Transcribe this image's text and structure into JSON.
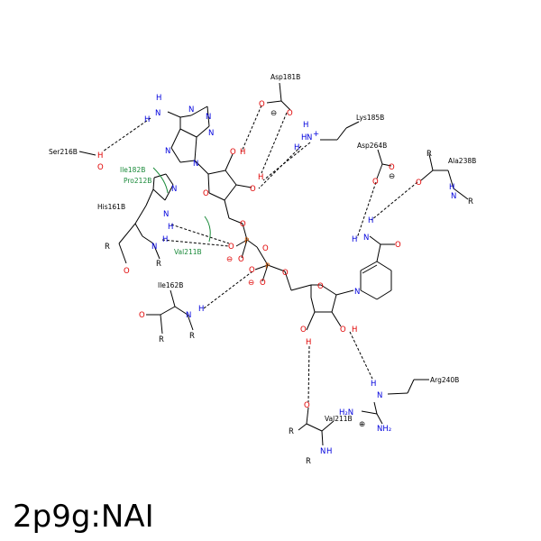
{
  "title": "2p9g:NAI",
  "residues": {
    "asp181": "Asp181B",
    "lys185": "Lys185B",
    "asp264": "Asp264B",
    "ala238": "Ala238B",
    "ser216": "Ser216B",
    "ile182": "Ile182B",
    "pro212": "Pro212B",
    "his161": "His161B",
    "val211a": "Val211B",
    "ile162": "Ile162B",
    "arg240": "Arg240B",
    "val211b": "Val211B"
  },
  "atoms": {
    "N": "N",
    "H": "H",
    "O": "O",
    "P": "P",
    "R": "R",
    "minus": "⊖",
    "plus": "⊕",
    "nh3": "N",
    "nh3plus": "+",
    "h2n": "H₂N",
    "nh2": "NH₂"
  }
}
